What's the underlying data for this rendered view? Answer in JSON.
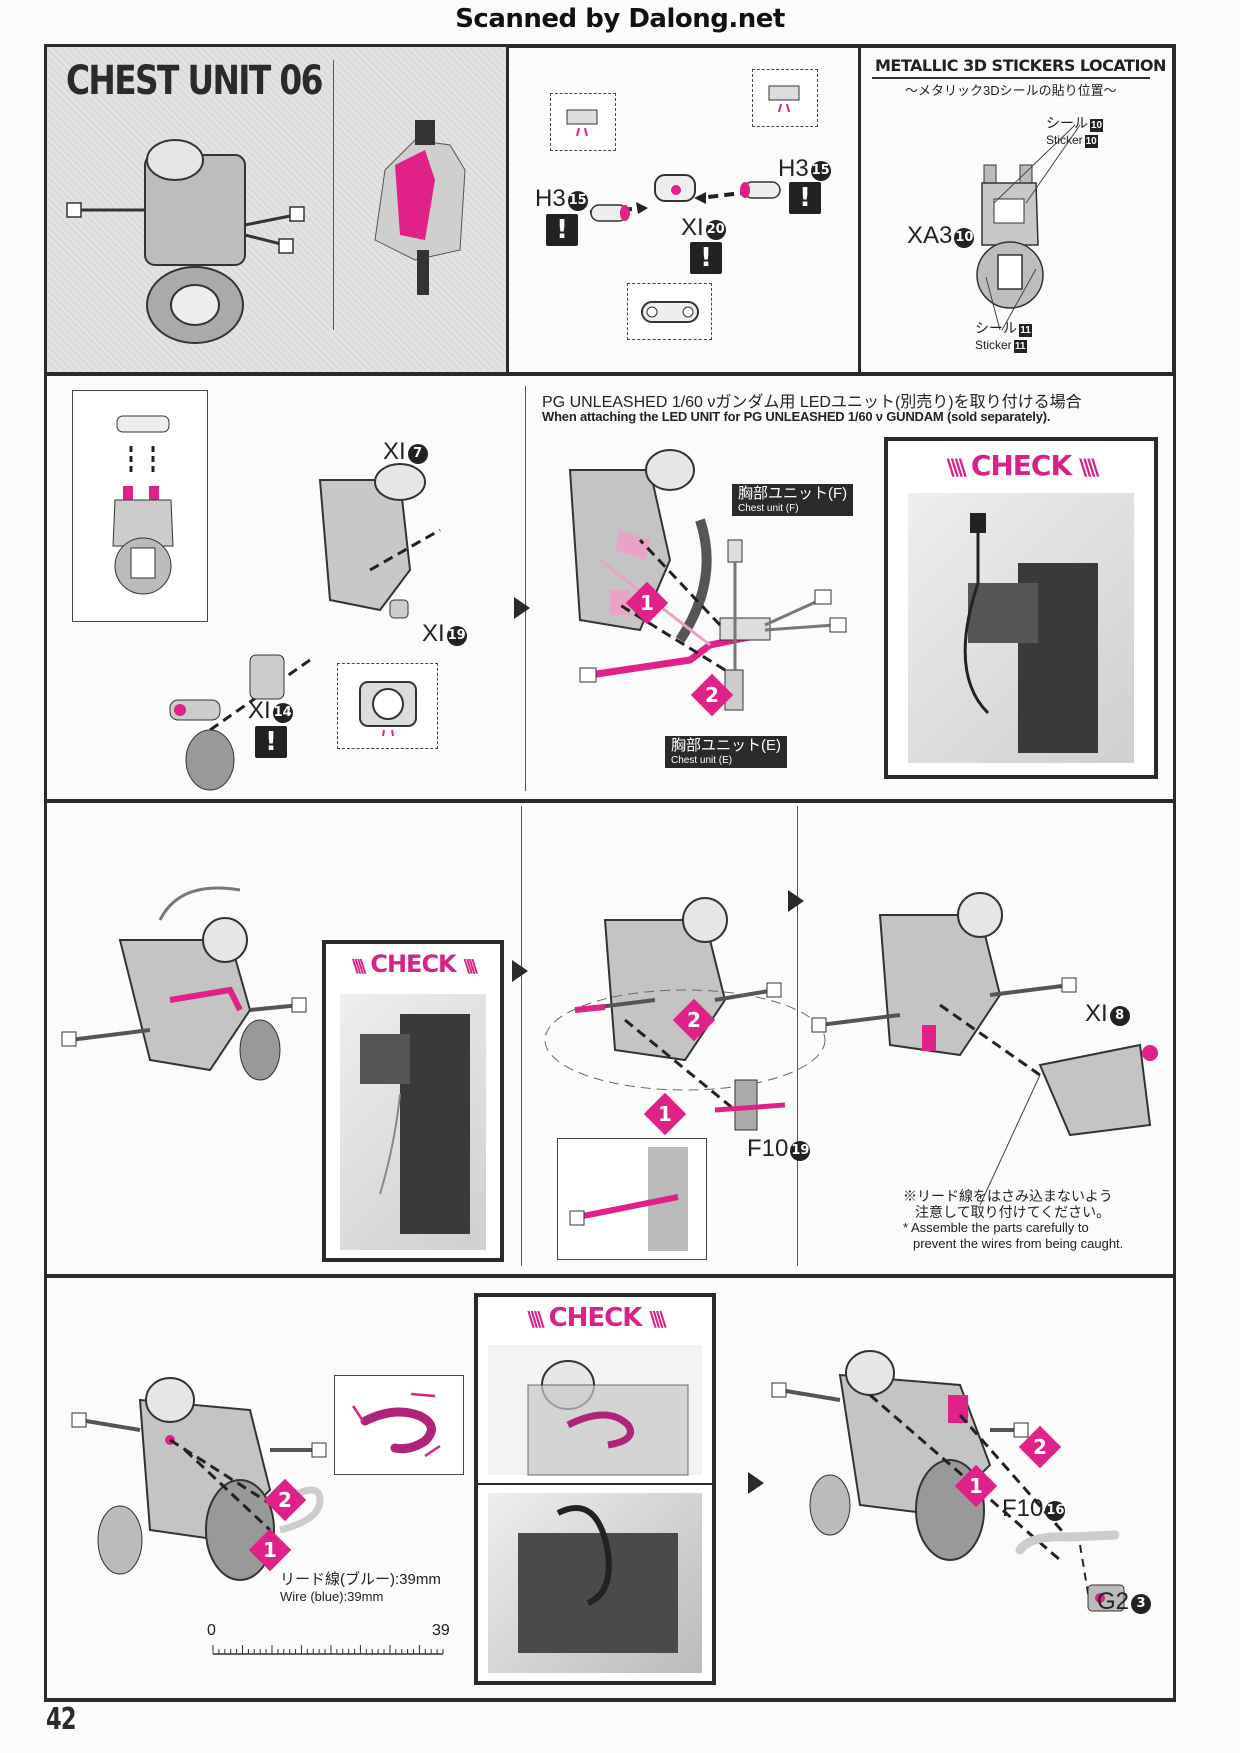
{
  "scan_credit": "Scanned by Dalong.net",
  "page_number": "42",
  "colors": {
    "accent": "#e0218a",
    "frame": "#2a2a2a",
    "check": "#d8228a"
  },
  "section_title": "CHEST UNIT 06",
  "top_parts": {
    "left_part": {
      "code": "H3",
      "num": "15"
    },
    "right_part": {
      "code": "H3",
      "num": "15"
    },
    "center_part": {
      "code": "XI",
      "num": "20"
    },
    "warning_icon": "!"
  },
  "stickers": {
    "title": "METALLIC 3D STICKERS LOCATION",
    "subtitle_jp": "〜メタリック3Dシールの貼り位置〜",
    "part": {
      "code": "XA3",
      "num": "10"
    },
    "sticker_top": {
      "jp": "シール",
      "en": "Sticker",
      "num": "10"
    },
    "sticker_bottom": {
      "jp": "シール",
      "en": "Sticker",
      "num": "11"
    }
  },
  "step2": {
    "parts": [
      {
        "code": "XI",
        "num": "7"
      },
      {
        "code": "XI",
        "num": "19"
      },
      {
        "code": "XI",
        "num": "14"
      }
    ],
    "warning_icon": "!"
  },
  "led_section": {
    "heading_jp": "PG UNLEASHED 1/60 νガンダム用 LEDユニット(別売り)を取り付ける場合",
    "heading_en": "When attaching the LED UNIT for PG UNLEASHED 1/60 ν GUNDAM (sold separately).",
    "unit_f": {
      "jp": "胸部ユニット(F)",
      "en": "Chest unit (F)"
    },
    "unit_e": {
      "jp": "胸部ユニット(E)",
      "en": "Chest unit (E)"
    },
    "steps": [
      "1",
      "2"
    ]
  },
  "check_label": "CHECK",
  "step3": {
    "part_f10": {
      "code": "F10",
      "num": "19"
    },
    "part_xi8": {
      "code": "XI",
      "num": "8"
    },
    "steps": [
      "1",
      "2"
    ],
    "note_jp": [
      "※リード線をはさみ込まないよう",
      "注意して取り付けてください。"
    ],
    "note_en": [
      "* Assemble the parts carefully to",
      "prevent the wires from being caught."
    ]
  },
  "step4": {
    "wire_jp": "リード線(ブルー):39mm",
    "wire_en": "Wire (blue):39mm",
    "ruler": {
      "start": "0",
      "end": "39",
      "length_mm": 39
    },
    "steps": [
      "1",
      "2"
    ],
    "part_f10": {
      "code": "F10",
      "num": "16"
    },
    "part_g2": {
      "code": "G2",
      "num": "3"
    }
  }
}
